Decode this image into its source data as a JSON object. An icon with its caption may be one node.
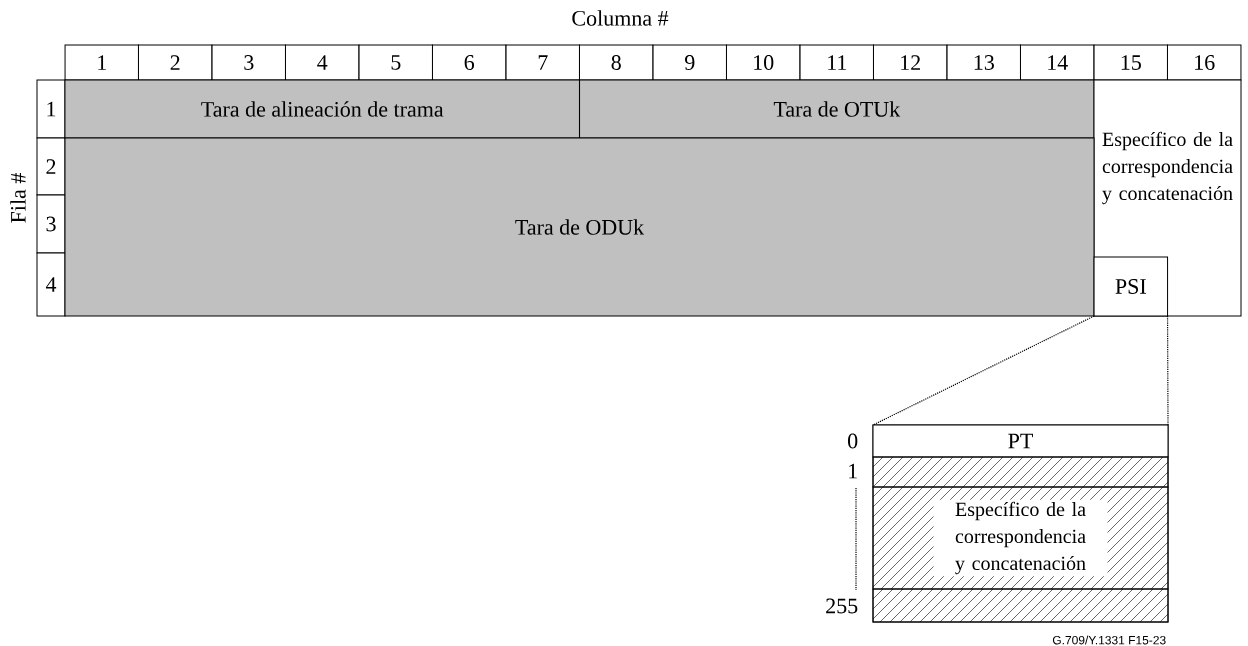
{
  "diagram": {
    "nodes": [
      {
        "text": [
          "1"
        ]
      },
      {
        "text": [
          "2"
        ]
      },
      {
        "text": [
          "3"
        ]
      },
      {
        "text": [
          "4"
        ]
      },
      {
        "text": [
          "5"
        ]
      },
      {
        "text": [
          "6"
        ]
      },
      {
        "text": [
          "7"
        ]
      },
      {
        "text": [
          "8"
        ]
      },
      {
        "text": [
          "9"
        ]
      },
      {
        "text": [
          "10"
        ]
      },
      {
        "text": [
          "11"
        ]
      },
      {
        "text": [
          "12"
        ]
      },
      {
        "text": [
          "13"
        ]
      },
      {
        "text": [
          "14"
        ]
      },
      {
        "text": [
          "15"
        ]
      },
      {
        "text": [
          "16"
        ]
      },
      {
        "text": [
          "1"
        ]
      },
      {
        "text": [
          "2"
        ]
      },
      {
        "text": [
          "3"
        ]
      },
      {
        "text": [
          "4"
        ]
      },
      {
        "text": [
          "Tara de alineación de trama"
        ]
      },
      {
        "text": [
          "Tara de OTUk"
        ]
      },
      {
        "text": [
          "Específico de la correspondencia y concatenación"
        ]
      },
      {
        "text": [
          "Tara de ODUk"
        ]
      },
      {
        "text": [
          "PSI"
        ],
        "in": 22
      },
      {
        "text": [],
        "shape": "box"
      },
      {
        "text": [
          "PT"
        ],
        "in": 25
      },
      {
        "text": [],
        "shape": "box",
        "in": 25
      },
      {
        "text": [
          "Específico de la correspondencia y concatenación"
        ],
        "in": 25
      },
      {
        "text": [],
        "shape": "box",
        "in": 25
      }
    ],
    "edges": [
      {
        "from": 24,
        "to": 25,
        "arrow": "none",
        "style": "dashed"
      },
      {
        "from": 24,
        "to": 25,
        "arrow": "none",
        "style": "dashed"
      }
    ],
    "labels": [
      "Columna #",
      "Fila #",
      "0",
      "1",
      "255",
      "G.709/Y.1331 F15-23"
    ]
  }
}
